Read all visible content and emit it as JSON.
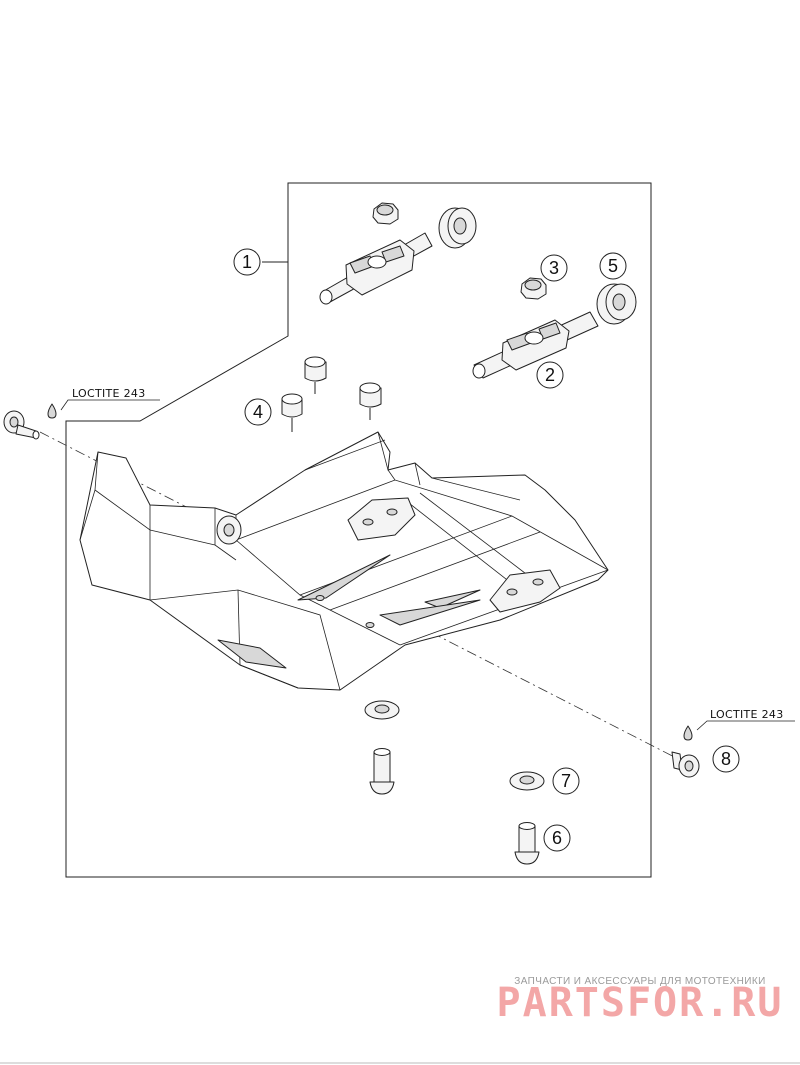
{
  "callouts": {
    "c1": "1",
    "c2": "2",
    "c3": "3",
    "c4": "4",
    "c5": "5",
    "c6": "6",
    "c7": "7",
    "c8": "8"
  },
  "loctite": {
    "left": "LOCTITE 243",
    "right": "LOCTITE 243"
  },
  "watermark": {
    "subtitle": "ЗАПЧАСТИ И АКСЕССУАРЫ ДЛЯ МОТОТЕХНИКИ",
    "brand": "PARTSFOR.RU"
  },
  "colors": {
    "line": "#222222",
    "watermark_brand": "#f3a7a7",
    "watermark_subtitle": "#9a9a9a"
  }
}
